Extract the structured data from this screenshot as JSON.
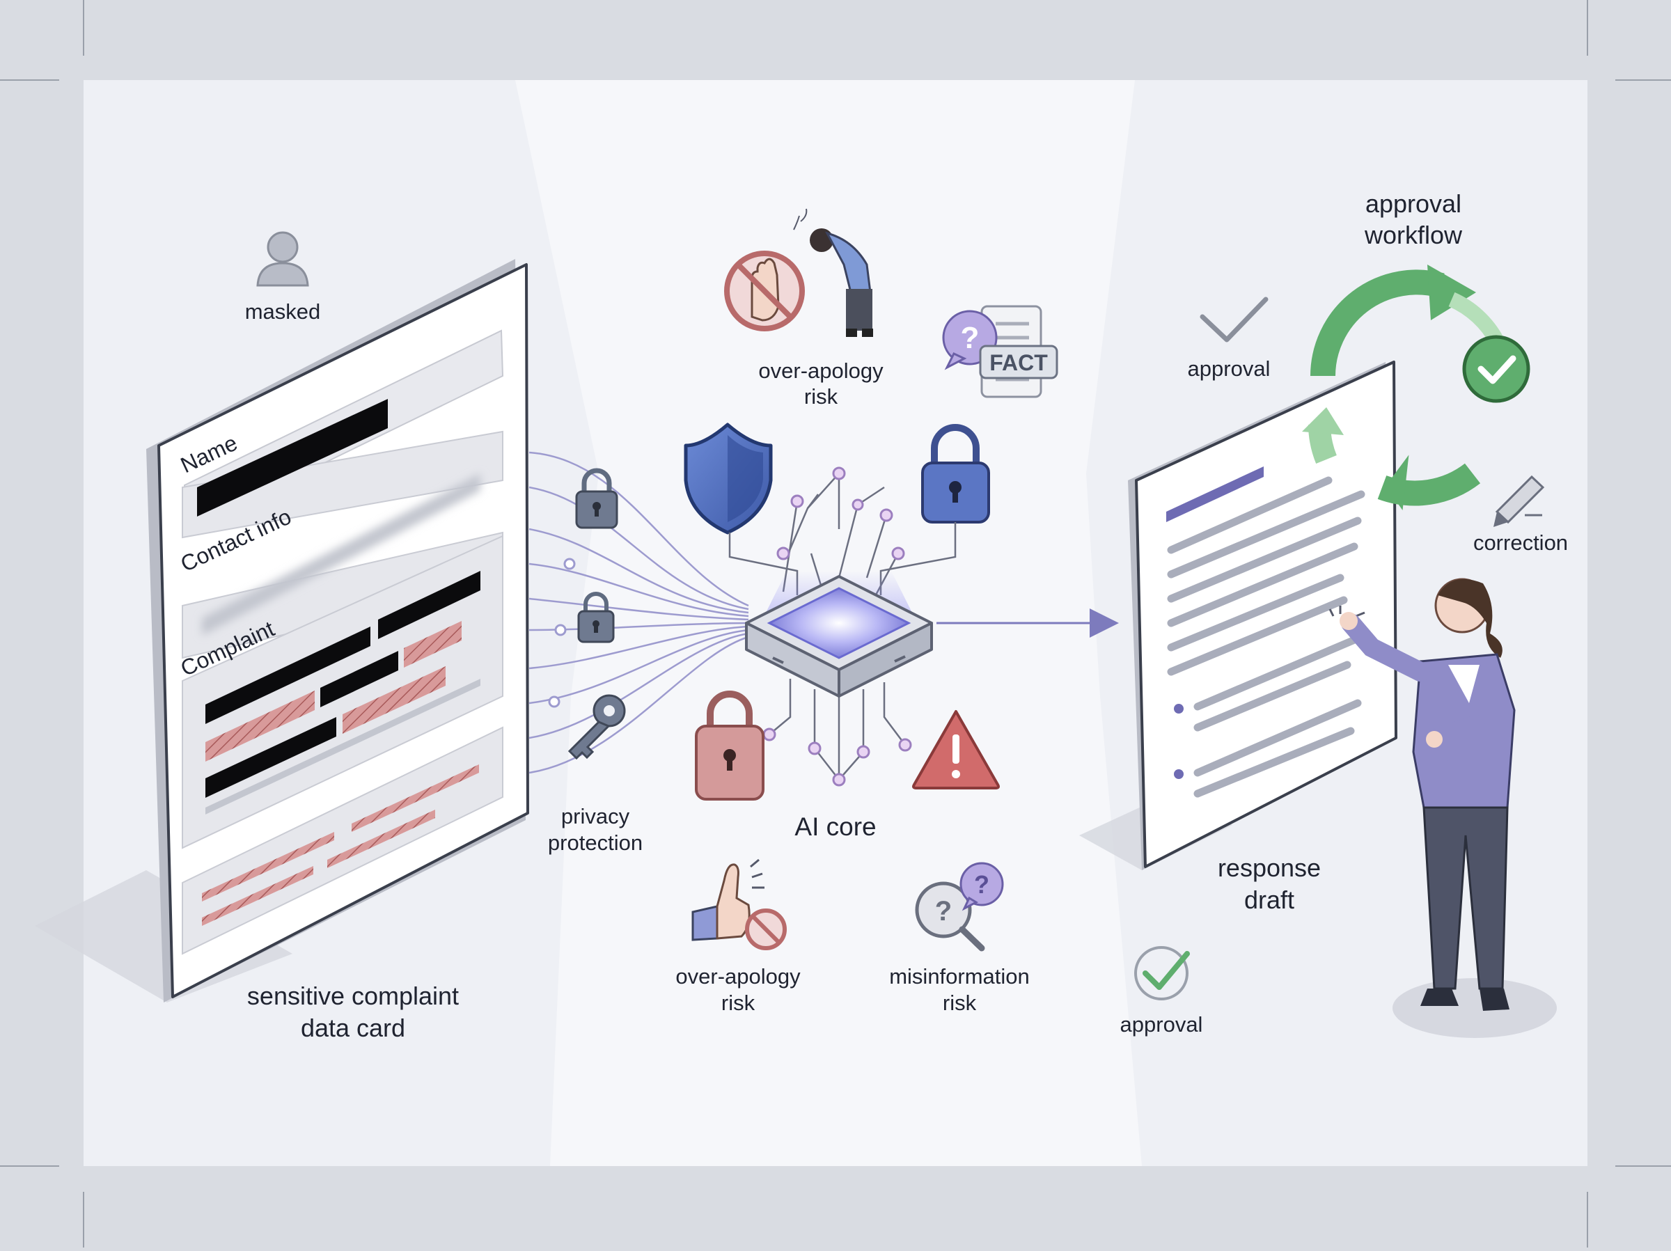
{
  "palette": {
    "frame": "#d9dce2",
    "panel": "#eef0f5",
    "ink": "#1f2330",
    "lavender": "#8f8cc8",
    "purple_bar": "#6e6bb3",
    "shield_blue": "#4f6fc0",
    "lock_slate": "#5f6b80",
    "lock_blue": "#5b76c4",
    "lock_rose": "#c98a8a",
    "warning_red": "#d16b6b",
    "arrow_green": "#5fae6e",
    "redaction_black": "#0b0b0d",
    "redaction_pink": "#cf8a8a"
  },
  "left": {
    "masked_label": "masked",
    "masked_icon": "user-silhouette-icon",
    "card": {
      "field_name_label": "Name",
      "field_contact_label": "Contact info",
      "field_complaint_label": "Complaint"
    },
    "caption_line1": "sensitive complaint",
    "caption_line2": "data card"
  },
  "middle": {
    "privacy_line1": "privacy",
    "privacy_line2": "protection",
    "core_label": "AI core",
    "over_apology_top_line1": "over-apology",
    "over_apology_top_line2": "risk",
    "fact_badge": "FACT",
    "over_apology_bottom_line1": "over-apology",
    "over_apology_bottom_line2": "risk",
    "misinfo_line1": "misinformation",
    "misinfo_line2": "risk",
    "icons": [
      "shield-icon",
      "padlock-icon",
      "key-icon",
      "warning-icon",
      "no-hand-icon",
      "bowing-person-icon",
      "fact-check-icon",
      "question-magnifier-icon"
    ]
  },
  "right": {
    "workflow_line1": "approval",
    "workflow_line2": "workflow",
    "approval_top": "approval",
    "correction": "correction",
    "draft_line1": "response",
    "draft_line2": "draft",
    "approval_bottom": "approval",
    "icons": [
      "cycle-arrows-icon",
      "checkmark-icon",
      "pencil-icon",
      "presenter-person-icon"
    ]
  }
}
